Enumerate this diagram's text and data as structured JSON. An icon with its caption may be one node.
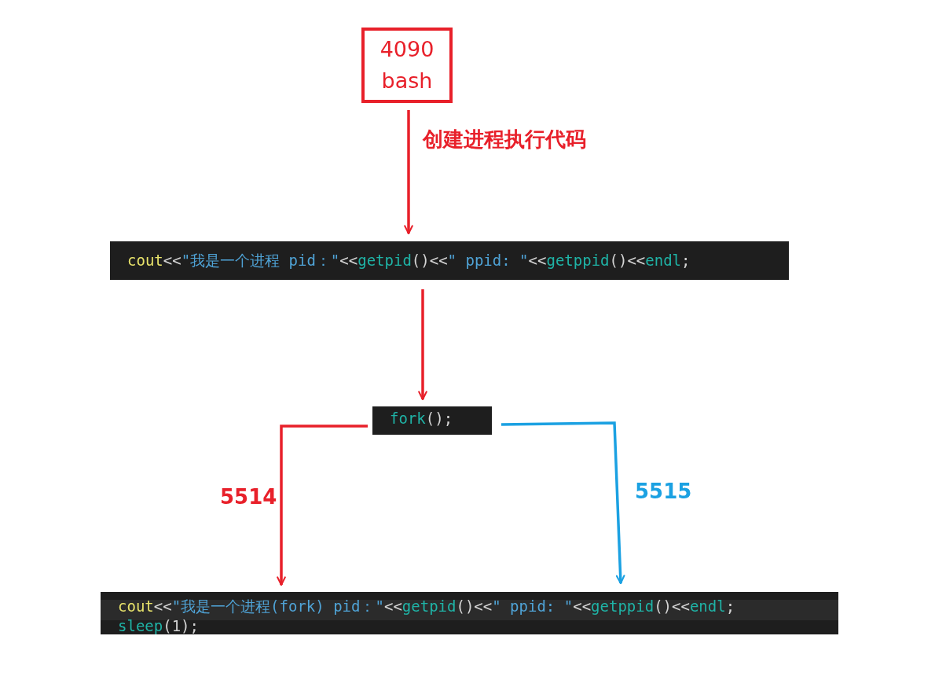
{
  "diagram": {
    "nodes": [
      {
        "text": [
          "4090 bash"
        ]
      },
      {
        "text": [
          "cout<<\"我是一个进程 pid：\"<<getpid()<<\" ppid: \"<<getppid()<<endl;"
        ]
      },
      {
        "text": [
          "fork();"
        ]
      },
      {
        "text": [
          "cout<<\"我是一个进程(fork) pid：\"<<getpid()<<\" ppid: \"<<getppid()<<endl;",
          "sleep(1);"
        ]
      }
    ],
    "edges": [
      {
        "from": 0,
        "to": 1,
        "arrow": "to",
        "label": "创建进程执行代码"
      },
      {
        "from": 1,
        "to": 2,
        "arrow": "to"
      },
      {
        "from": 2,
        "to": 3,
        "arrow": "to",
        "label": "5514"
      },
      {
        "from": 2,
        "to": 3,
        "arrow": "to",
        "label": "5515",
        "color": "#1ba1e2"
      }
    ]
  }
}
